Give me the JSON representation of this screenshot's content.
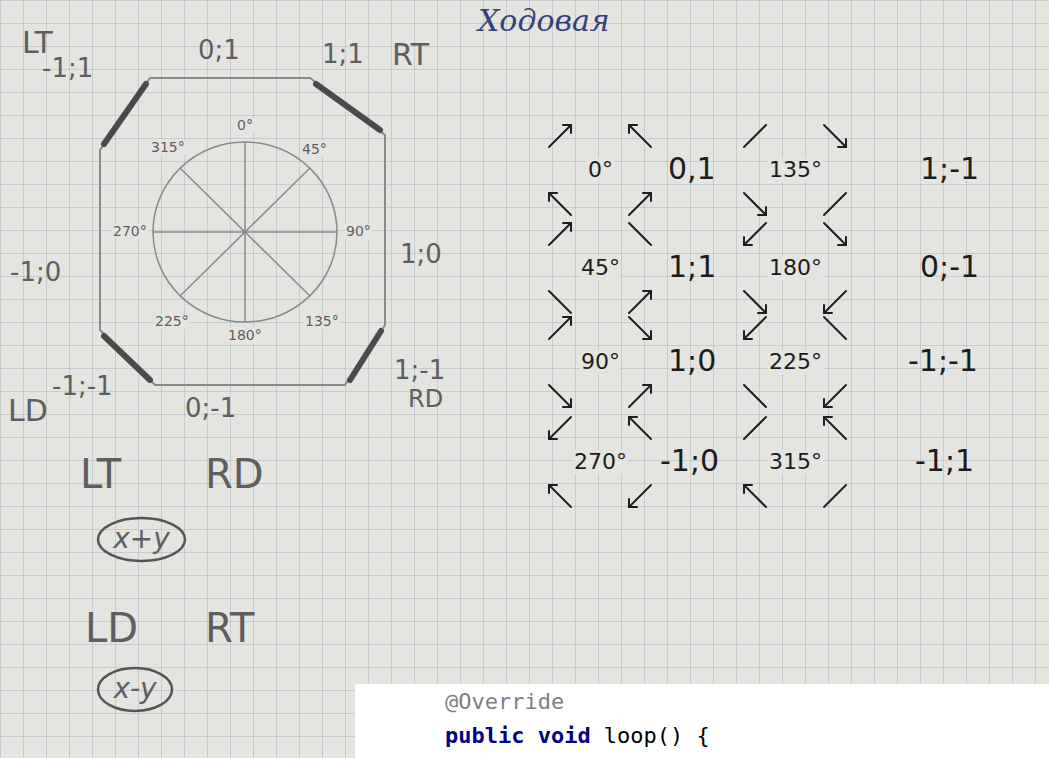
{
  "diagram": {
    "title": "Ходовая",
    "nodes": [
      {
        "text": [
          "x+y"
        ]
      },
      {
        "text": [
          "x-y"
        ]
      }
    ],
    "labels": [
      "LT",
      "0;1",
      "-1;1",
      "1;1",
      "RT",
      "-1;0",
      "1;0",
      "LD",
      "-1;-1",
      "0;-1",
      "1;-1",
      "RD",
      "0°",
      "45°",
      "90°",
      "135°",
      "180°",
      "225°",
      "270°",
      "315°",
      "LT",
      "RD",
      "LD",
      "RT",
      "0°",
      "0,1",
      "45°",
      "1;1",
      "90°",
      "1;0",
      "270°",
      "-1;0",
      "135°",
      "1;-1",
      "180°",
      "0;-1",
      "225°",
      "-1;-1",
      "315°",
      "-1;1",
      "@Override",
      "public",
      "void",
      "loop() {"
    ]
  }
}
